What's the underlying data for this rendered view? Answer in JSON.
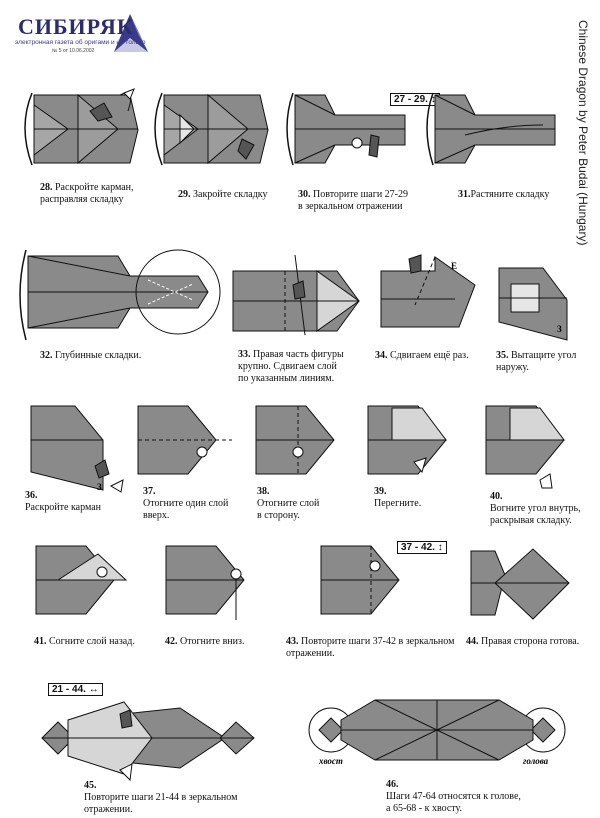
{
  "header": {
    "logo_title": "СИБИРЯК",
    "logo_subtitle": "электронная газета об оригами и не только",
    "logo_issue": "№ 5 от 10.06.2002",
    "side_title": "Chinese Dragon by Peter Budai (Hungary)"
  },
  "colors": {
    "paper_grey": "#8a8a8a",
    "paper_light": "#d6d6d6",
    "line": "#111111",
    "logo_blue": "#2b2c6e"
  },
  "steps": [
    {
      "num": "28.",
      "text1": "Раскройте карман,",
      "text2": "расправляя складку"
    },
    {
      "num": "29.",
      "text1": "Закройте складку",
      "text2": ""
    },
    {
      "num": "30.",
      "text1": "Повторите шаги 27-29",
      "text2": "в зеркальном отражении"
    },
    {
      "num": "31.",
      "text1": "Растяните складку",
      "text2": ""
    },
    {
      "num": "32.",
      "text1": "Глубинные складки.",
      "text2": ""
    },
    {
      "num": "33.",
      "text1": "Правая часть фигуры",
      "text2": "крупно. Сдвигаем слой",
      "text3": "по указанным линиям."
    },
    {
      "num": "34.",
      "text1": "Сдвигаем ещё раз.",
      "text2": ""
    },
    {
      "num": "35.",
      "text1": "Вытащите угол",
      "text2": "наружу."
    },
    {
      "num": "36.",
      "text1": "Раскройте карман",
      "text2": ""
    },
    {
      "num": "37.",
      "text1": "Отогните один слой",
      "text2": "вверх."
    },
    {
      "num": "38.",
      "text1": "Отогните слой",
      "text2": "в сторону."
    },
    {
      "num": "39.",
      "text1": "Перегните.",
      "text2": ""
    },
    {
      "num": "40.",
      "text1": "Вогните угол внутрь,",
      "text2": "раскрывая складку."
    },
    {
      "num": "41.",
      "text1": "Согните слой назад.",
      "text2": ""
    },
    {
      "num": "42.",
      "text1": "Отогните вниз.",
      "text2": ""
    },
    {
      "num": "43.",
      "text1": "Повторите шаги 37-42 в зеркальном",
      "text2": "отражении."
    },
    {
      "num": "44.",
      "text1": "Правая сторона готова.",
      "text2": ""
    },
    {
      "num": "45.",
      "text1": "Повторите шаги 21-44 в зеркальном",
      "text2": "отражении."
    },
    {
      "num": "46.",
      "text1": "Шаги 47-64 относятся к голове,",
      "text2": "а 65-68 - к хвосту."
    }
  ],
  "tags": {
    "t30": "27 - 29.",
    "t43": "37 - 42.",
    "t45": "21 - 44.",
    "mark_e": "Е",
    "mark_z": "З",
    "tail": "хвост",
    "head": "голова"
  }
}
